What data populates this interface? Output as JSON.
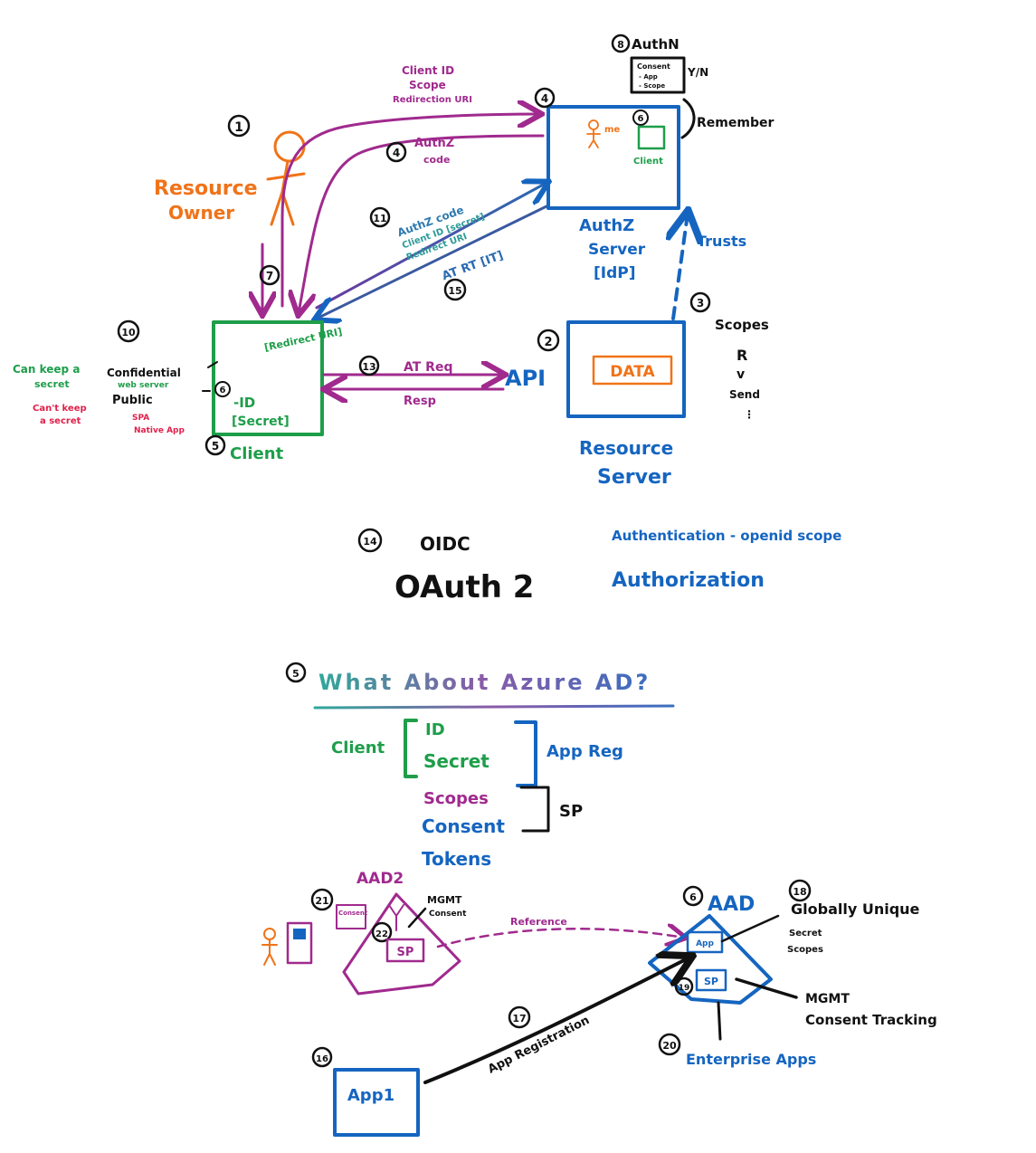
{
  "colors": {
    "black": "#111111",
    "blue": "#1565c0",
    "green": "#1e9e4a",
    "purple": "#a02a8e",
    "orange": "#f07318",
    "red": "#e0204a",
    "teal": "#2f9a9a"
  },
  "oauth_flow": {
    "resource_owner": {
      "number": "1",
      "label_line1": "Resource",
      "label_line2": "Owner"
    },
    "request_params": {
      "line1": "Client ID",
      "line2": "Scope",
      "line3": "Redirection URI"
    },
    "authz_code": {
      "number": "4",
      "line1": "AuthZ",
      "line2": "code"
    },
    "token_request": {
      "number": "11",
      "line1": "AuthZ code",
      "line2": "Client ID [secret]",
      "line3": "Redirect URI"
    },
    "token_response": {
      "number": "15",
      "label": "AT RT [IT]"
    },
    "step7_number": "7",
    "authz_server": {
      "number": "4",
      "label_line1": "AuthZ",
      "label_line2": "Server",
      "label_line3": "[IdP]",
      "me_label": "me",
      "client_number": "6",
      "client_label": "Client",
      "remember_label": "Remember"
    },
    "authn": {
      "number": "8",
      "title": "AuthN",
      "consent_line1": "Consent",
      "consent_line2": "- App",
      "consent_line3": "- Scope",
      "yes_no": "Y/N"
    },
    "trusts": {
      "number": "3",
      "label": "Trusts"
    },
    "client": {
      "number": "5",
      "redirect_uri": "[Redirect URI]",
      "id_number": "6",
      "id_label": "-ID",
      "secret_label": "[Secret]",
      "label": "Client"
    },
    "client_types": {
      "number": "10",
      "confidential": "Confidential",
      "web_server": "web server",
      "public": "Public",
      "spa": "SPA",
      "native_app": "Native App",
      "can_keep_line1": "Can keep a",
      "can_keep_line2": "secret",
      "cant_keep_line1": "Can't keep",
      "cant_keep_line2": "a secret"
    },
    "api_call": {
      "number": "13",
      "request": "AT Req",
      "response": "Resp",
      "api_label": "API"
    },
    "resource_server": {
      "number": "2",
      "data_label": "DATA",
      "label_line1": "Resource",
      "label_line2": "Server"
    },
    "scopes": {
      "title": "Scopes",
      "r": "R",
      "check": "v",
      "send": "Send",
      "more": "⋮"
    }
  },
  "protocols": {
    "number": "14",
    "oidc": "OIDC",
    "oidc_desc": "Authentication - openid scope",
    "oauth2": "OAuth 2",
    "oauth2_desc": "Authorization"
  },
  "azure": {
    "number": "5",
    "title": "What About Azure AD?",
    "client_label": "Client",
    "id": "ID",
    "secret": "Secret",
    "app_reg": "App Reg",
    "scopes": "Scopes",
    "consent": "Consent",
    "tokens": "Tokens",
    "sp": "SP",
    "aad2": {
      "number": "21",
      "title": "AAD2",
      "consent": "Consent",
      "sp_number": "22",
      "sp": "SP",
      "mgmt_line1": "MGMT",
      "mgmt_line2": "Consent"
    },
    "reference": "Reference",
    "aad": {
      "number": "6",
      "title": "AAD",
      "app": "App",
      "sp": "SP",
      "sp_number": "19"
    },
    "globally_unique": {
      "number": "18",
      "title": "Globally Unique",
      "line2": "Secret",
      "line3": "Scopes"
    },
    "mgmt": {
      "line1": "MGMT",
      "line2": "Consent Tracking"
    },
    "enterprise": {
      "number": "20",
      "label": "Enterprise Apps"
    },
    "app_registration": {
      "number": "17",
      "label": "App Registration"
    },
    "app1": {
      "number": "16",
      "label": "App1"
    }
  }
}
